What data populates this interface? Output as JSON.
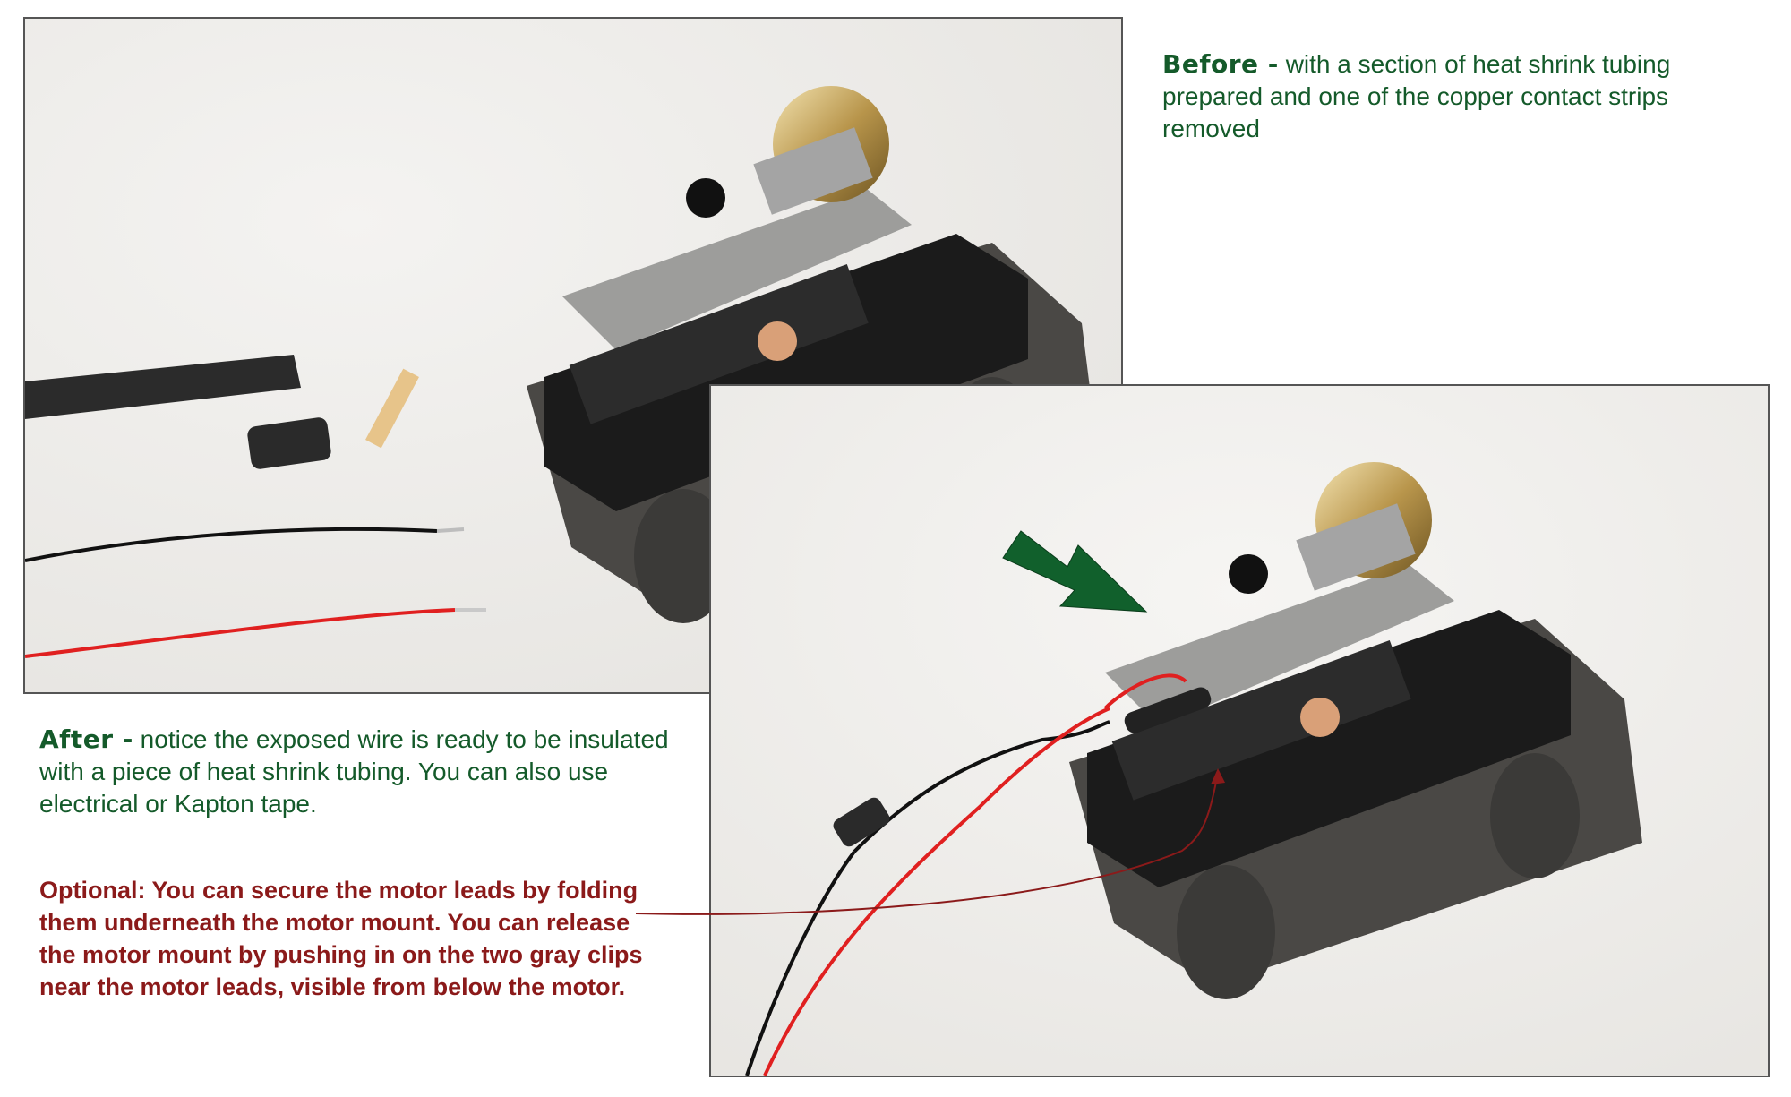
{
  "before": {
    "lead": "Before -",
    "text": " with a section of heat shrink tubing prepared and one of the copper contact strips removed"
  },
  "after": {
    "lead": "After -",
    "text": " notice the exposed wire is ready to be insulated with a piece of heat shrink tubing. You can also use electrical or Kapton tape."
  },
  "optional_note": "Optional: You can secure the motor leads by folding them underneath the motor mount. You can release the motor mount by pushing in on the two gray clips near the motor leads, visible from below the motor.",
  "colors": {
    "caption_green": "#145a2a",
    "note_red": "#8b1a1a",
    "arrow_green": "#11602c"
  },
  "icons": {
    "arrow": "arrow-down-right-icon"
  }
}
